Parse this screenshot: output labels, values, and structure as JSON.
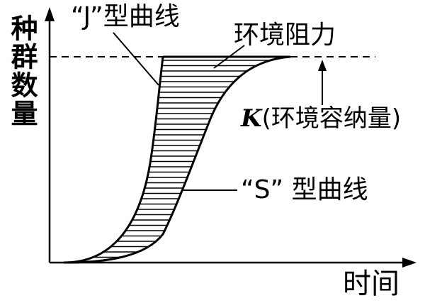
{
  "axes": {
    "y_label": "种群数量",
    "x_label": "时间"
  },
  "labels": {
    "j_curve": "“J”型曲线",
    "environmental_resistance": "环境阻力",
    "k_letter": "K",
    "k_description": "(环境容纳量)",
    "s_curve": "“S” 型曲线"
  },
  "colors": {
    "line": "#000000",
    "background": "#ffffff"
  }
}
